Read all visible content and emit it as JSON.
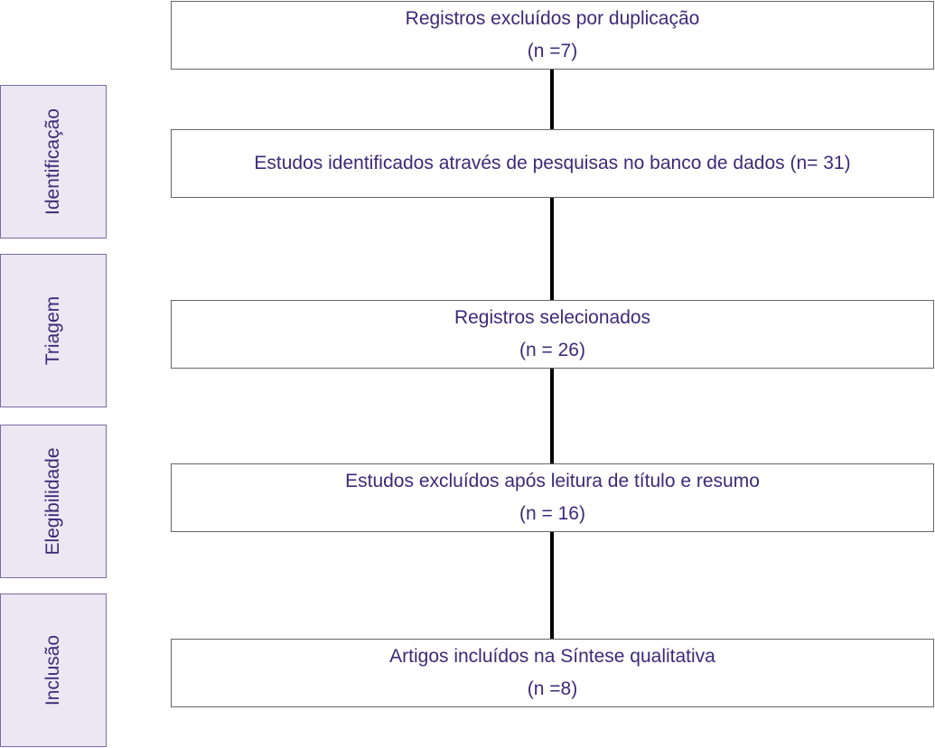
{
  "stages": [
    {
      "label": "Identificação"
    },
    {
      "label": "Triagem"
    },
    {
      "label": "Elegibilidade"
    },
    {
      "label": "Inclusão"
    }
  ],
  "boxes": [
    {
      "line1": "Registros excluídos por duplicação",
      "line2": "(n =7)"
    },
    {
      "line1": "Estudos identificados através de pesquisas no banco de dados (n= 31)",
      "line2": ""
    },
    {
      "line1": "Registros selecionados",
      "line2": "(n = 26)"
    },
    {
      "line1": "Estudos excluídos após leitura de título e resumo",
      "line2": "(n = 16)"
    },
    {
      "line1": "Artigos incluídos na Síntese qualitativa",
      "line2": "(n =8)"
    }
  ],
  "colors": {
    "text": "#3b2a78",
    "stage_fill": "#ece8f3",
    "stage_border": "#7a6aa6",
    "box_border": "#666666",
    "connector": "#000000"
  }
}
